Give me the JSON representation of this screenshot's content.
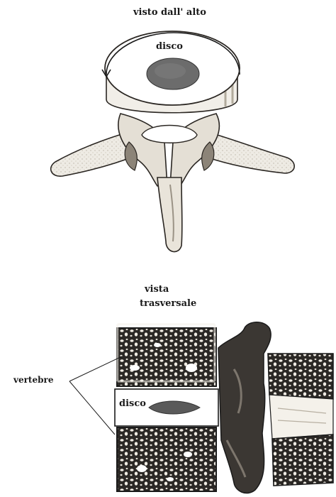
{
  "top_view": {
    "title": "visto dall' alto",
    "disc_label": "disco"
  },
  "side_view": {
    "title_line1": "vista",
    "title_line2": "trasversale",
    "vertebrae_label": "vertebre",
    "disc_label": "disco"
  },
  "colors": {
    "ink": "#1a1a1a",
    "bone_shade": "#cfc8bb",
    "bone_dark": "#3b3733",
    "nucleus": "#6c6c6c"
  }
}
